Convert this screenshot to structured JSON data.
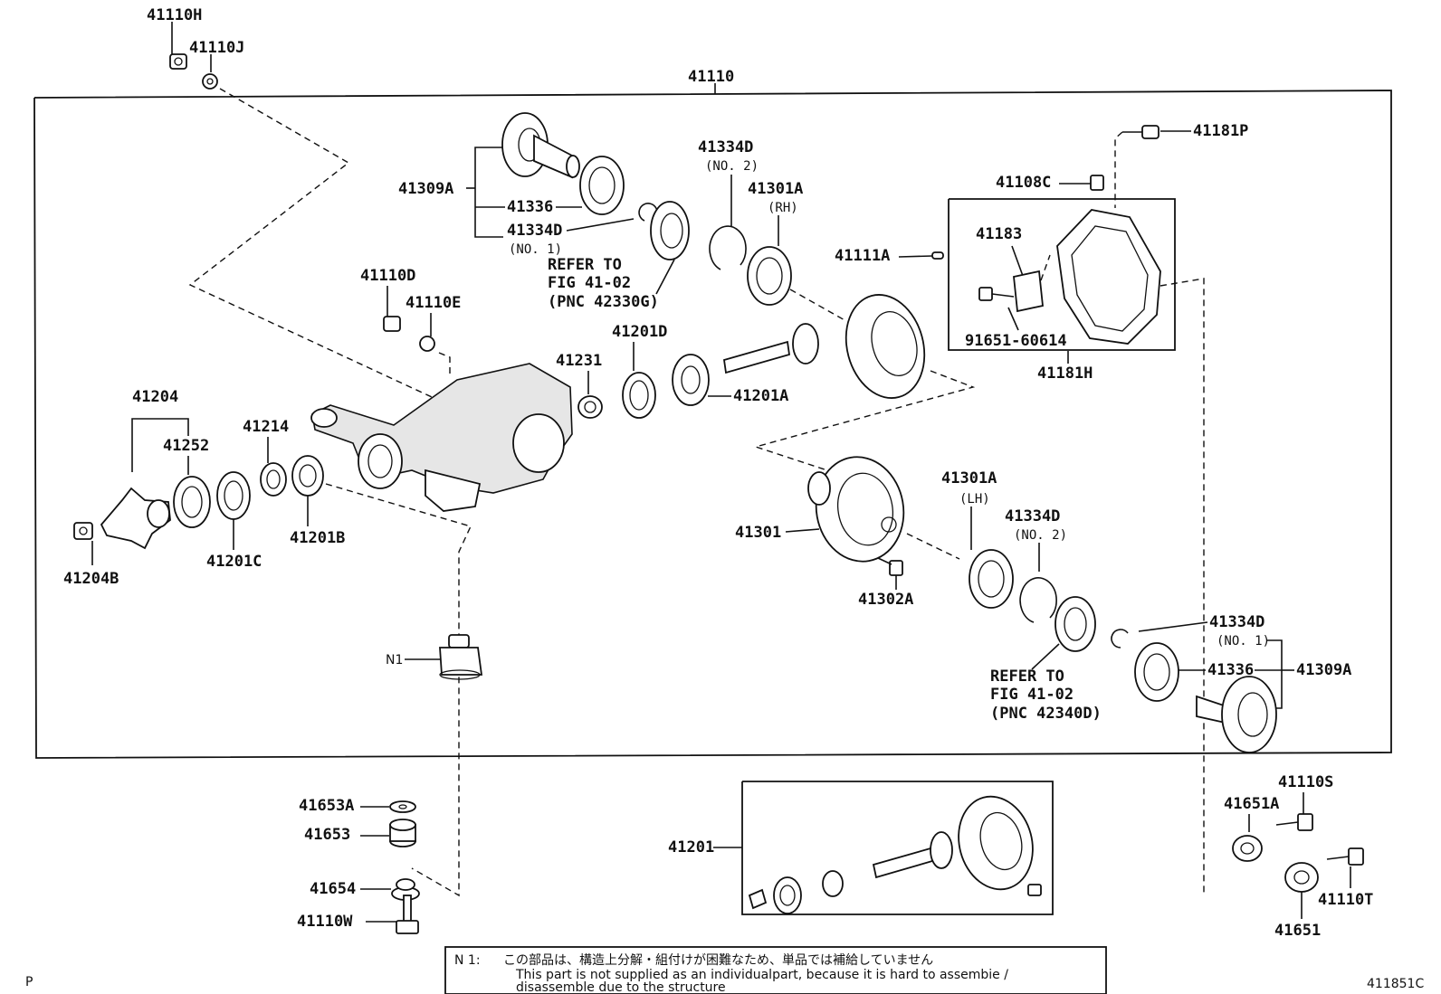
{
  "main_label": "41110",
  "labels": {
    "l41110H": "41110H",
    "l41110J": "41110J",
    "l41181P": "41181P",
    "l41108C": "41108C",
    "l41183": "41183",
    "l41111A": "41111A",
    "l91651": "91651-60614",
    "l41181H": "41181H",
    "l41309A_top": "41309A",
    "l41336_top": "41336",
    "l41334D_top1": "41334D",
    "l41334D_top2": "41334D",
    "l41301A_rh": "41301A",
    "l41110D": "41110D",
    "l41110E": "41110E",
    "l41201D": "41201D",
    "l41231": "41231",
    "l41201A": "41201A",
    "l41204": "41204",
    "l41252": "41252",
    "l41214": "41214",
    "l41201C": "41201C",
    "l41201B": "41201B",
    "l41204B": "41204B",
    "l41301": "41301",
    "l41302A": "41302A",
    "l41301A_lh": "41301A",
    "l41334D_mid": "41334D",
    "l41334D_right": "41334D",
    "l41336_right": "41336",
    "l41309A_right": "41309A",
    "lN1": "N1",
    "l41653A": "41653A",
    "l41653": "41653",
    "l41654": "41654",
    "l41110W": "41110W",
    "l41201": "41201",
    "l41651A": "41651A",
    "l41110S": "41110S",
    "l41110T": "41110T",
    "l41651": "41651"
  },
  "sub_labels": {
    "no1_top": "(NO. 1)",
    "no2_top": "(NO. 2)",
    "rh": "(RH)",
    "lh": "(LH)",
    "no2_mid": "(NO. 2)",
    "no1_right": "(NO. 1)"
  },
  "refer_top": {
    "line1": "REFER TO",
    "line2": "FIG 41-02",
    "line3": "(PNC 42330G)"
  },
  "refer_bottom": {
    "line1": "REFER TO",
    "line2": "FIG 41-02",
    "line3": "(PNC 42340D)"
  },
  "note": {
    "prefix": "N 1:",
    "japanese": "この部品は、構造上分解・組付けが困難なため、単品では補給していません",
    "english_line1": "This part is not supplied as an individualpart, because it is hard to assembie /",
    "english_line2": "disassemble due to the structure"
  },
  "corner_left": "P",
  "figure_code": "411851C"
}
